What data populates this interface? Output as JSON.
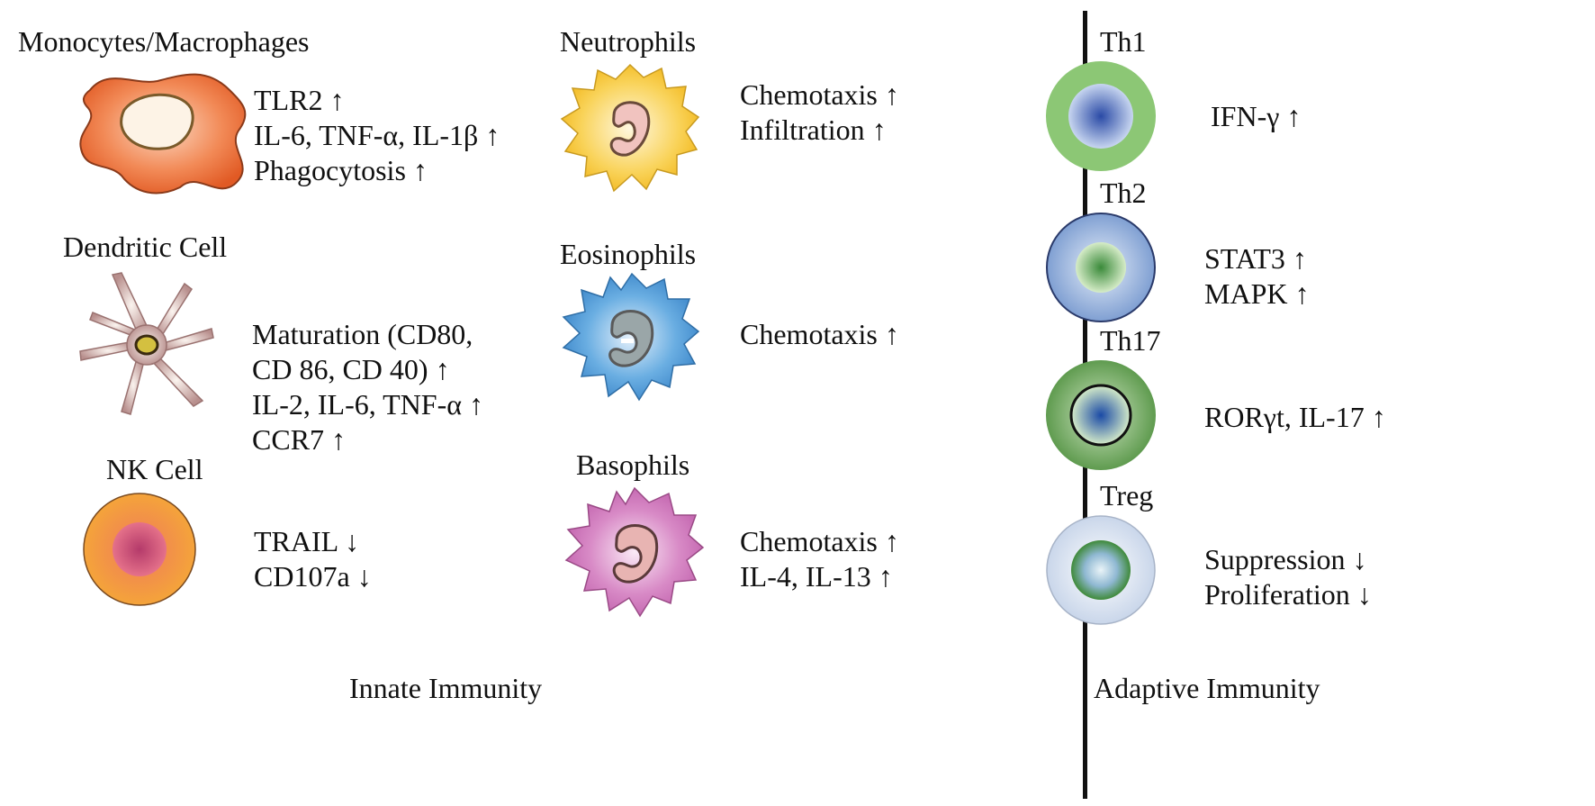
{
  "colors": {
    "monocyte": "#f07a45",
    "dendritic": "#c9a8a6",
    "nk": "#f2a23a",
    "neutrophil": "#f7c948",
    "eosinophil": "#4f9bd6",
    "basophil": "#cc73b8",
    "th1": "#8cc775",
    "th2": "#7f9fd2",
    "th17": "#5f9b4f",
    "treg": "#d7e2ef"
  },
  "innate": {
    "monocytes": {
      "title": "Monocytes/Macrophages",
      "effects": [
        "TLR2 ↑",
        "IL-6, TNF-α, IL-1β ↑",
        "Phagocytosis ↑"
      ]
    },
    "dendritic": {
      "title": "Dendritic Cell",
      "effects": [
        "Maturation (CD80,",
        "CD 86, CD 40) ↑",
        "IL-2, IL-6, TNF-α ↑",
        "CCR7 ↑"
      ]
    },
    "nk": {
      "title": "NK Cell",
      "effects": [
        "TRAIL ↓",
        "CD107a ↓"
      ]
    },
    "neutrophils": {
      "title": "Neutrophils",
      "effects": [
        "Chemotaxis ↑",
        "Infiltration ↑"
      ]
    },
    "eosinophils": {
      "title": "Eosinophils",
      "effects": [
        "Chemotaxis ↑"
      ]
    },
    "basophils": {
      "title": "Basophils",
      "effects": [
        "Chemotaxis ↑",
        "IL-4, IL-13 ↑"
      ]
    },
    "footer": "Innate Immunity"
  },
  "adaptive": {
    "th1": {
      "title": "Th1",
      "effects": [
        "IFN-γ ↑"
      ]
    },
    "th2": {
      "title": "Th2",
      "effects": [
        "STAT3 ↑",
        "MAPK ↑"
      ]
    },
    "th17": {
      "title": "Th17",
      "effects": [
        "RORγt, IL-17 ↑"
      ]
    },
    "treg": {
      "title": "Treg",
      "effects": [
        "Suppression ↓",
        "Proliferation ↓"
      ]
    },
    "footer": "Adaptive Immunity"
  }
}
